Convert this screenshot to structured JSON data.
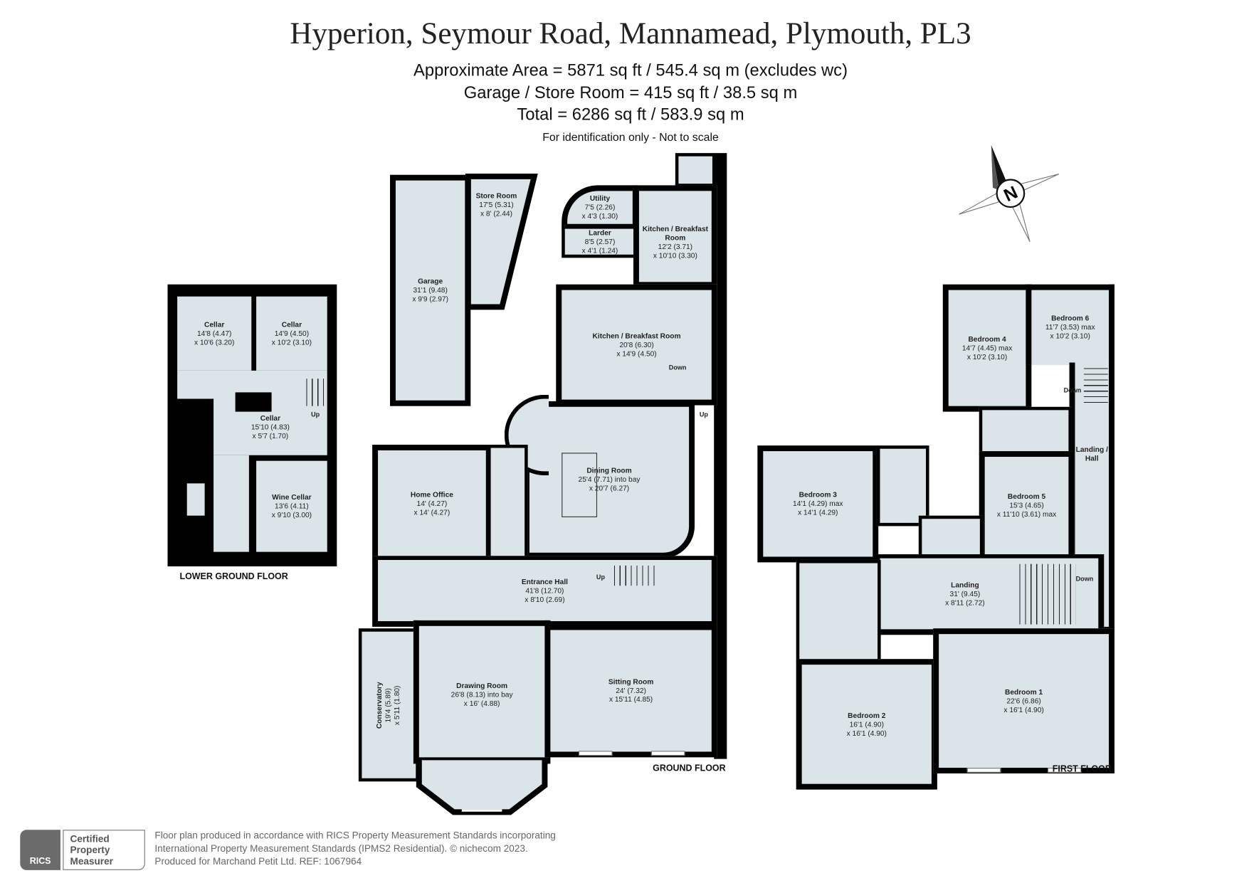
{
  "header": {
    "title": "Hyperion, Seymour Road, Mannamead, Plymouth, PL3",
    "area_line": "Approximate Area = 5871 sq ft / 545.4 sq m (excludes wc)",
    "garage_line": "Garage / Store Room = 415 sq ft / 38.5 sq m",
    "total_line": "Total = 6286 sq ft / 583.9 sq m",
    "note": "For identification only - Not to scale"
  },
  "compass": {
    "label": "N"
  },
  "lower_ground": {
    "label": "LOWER GROUND FLOOR",
    "rooms": [
      {
        "name": "Cellar",
        "dim1": "14'8 (4.47)",
        "dim2": "x 10'6 (3.20)"
      },
      {
        "name": "Cellar",
        "dim1": "14'9 (4.50)",
        "dim2": "x 10'2 (3.10)"
      },
      {
        "name": "Cellar",
        "dim1": "15'10 (4.83)",
        "dim2": "x 5'7 (1.70)"
      },
      {
        "name": "Wine Cellar",
        "dim1": "13'6 (4.11)",
        "dim2": "x 9'10 (3.00)"
      }
    ],
    "stair_label": "Up"
  },
  "outbuildings": {
    "rooms": [
      {
        "name": "Garage",
        "dim1": "31'1 (9.48)",
        "dim2": "x 9'9 (2.97)"
      },
      {
        "name": "Store Room",
        "dim1": "17'5 (5.31)",
        "dim2": "x 8' (2.44)"
      }
    ]
  },
  "ground": {
    "label": "GROUND FLOOR",
    "rooms": [
      {
        "name": "Utility",
        "dim1": "7'5 (2.26)",
        "dim2": "x 4'3 (1.30)"
      },
      {
        "name": "Larder",
        "dim1": "8'5 (2.57)",
        "dim2": "x 4'1 (1.24)"
      },
      {
        "name": "Kitchen / Breakfast Room",
        "dim1": "12'2 (3.71)",
        "dim2": "x 10'10 (3.30)"
      },
      {
        "name": "Kitchen / Breakfast Room",
        "dim1": "20'8 (6.30)",
        "dim2": "x 14'9 (4.50)"
      },
      {
        "name": "Dining Room",
        "dim1": "25'4 (7.71) into bay",
        "dim2": "x 20'7 (6.27)"
      },
      {
        "name": "Home Office",
        "dim1": "14' (4.27)",
        "dim2": "x 14' (4.27)"
      },
      {
        "name": "Entrance Hall",
        "dim1": "41'8 (12.70)",
        "dim2": "x 8'10 (2.69)"
      },
      {
        "name": "Drawing Room",
        "dim1": "26'8 (8.13) into bay",
        "dim2": "x 16' (4.88)"
      },
      {
        "name": "Sitting Room",
        "dim1": "24' (7.32)",
        "dim2": "x 15'11 (4.85)"
      },
      {
        "name": "Conservatory",
        "dim1": "19'4 (5.89)",
        "dim2": "x 5'11 (1.80)"
      }
    ],
    "stairs": {
      "down": "Down",
      "up": "Up",
      "hall_up": "Up"
    }
  },
  "first": {
    "label": "FIRST FLOOR",
    "rooms": [
      {
        "name": "Bedroom 4",
        "dim1": "14'7 (4.45) max",
        "dim2": "x 10'2 (3.10)"
      },
      {
        "name": "Bedroom 6",
        "dim1": "11'7 (3.53) max",
        "dim2": "x 10'2 (3.10)"
      },
      {
        "name": "Landing / Hall",
        "dim1": "",
        "dim2": ""
      },
      {
        "name": "Bedroom 5",
        "dim1": "15'3 (4.65)",
        "dim2": "x 11'10 (3.61) max"
      },
      {
        "name": "Bedroom 3",
        "dim1": "14'1 (4.29) max",
        "dim2": "x 14'1 (4.29)"
      },
      {
        "name": "Landing",
        "dim1": "31' (9.45)",
        "dim2": "x 8'11 (2.72)"
      },
      {
        "name": "Bedroom 2",
        "dim1": "16'1 (4.90)",
        "dim2": "x 16'1 (4.90)"
      },
      {
        "name": "Bedroom 1",
        "dim1": "22'6 (6.86)",
        "dim2": "x 16'1 (4.90)"
      }
    ],
    "stairs": {
      "down1": "Down",
      "down2": "Down"
    }
  },
  "footer": {
    "badge_org": "RICS",
    "badge_line1": "Certified",
    "badge_line2": "Property",
    "badge_line3": "Measurer",
    "line1": "Floor plan produced in accordance with RICS Property Measurement Standards incorporating",
    "line2": "International Property Measurement Standards (IPMS2 Residential).   © nichecom 2023.",
    "line3": "Produced for Marchand Petit Ltd.   REF: 1067964"
  }
}
